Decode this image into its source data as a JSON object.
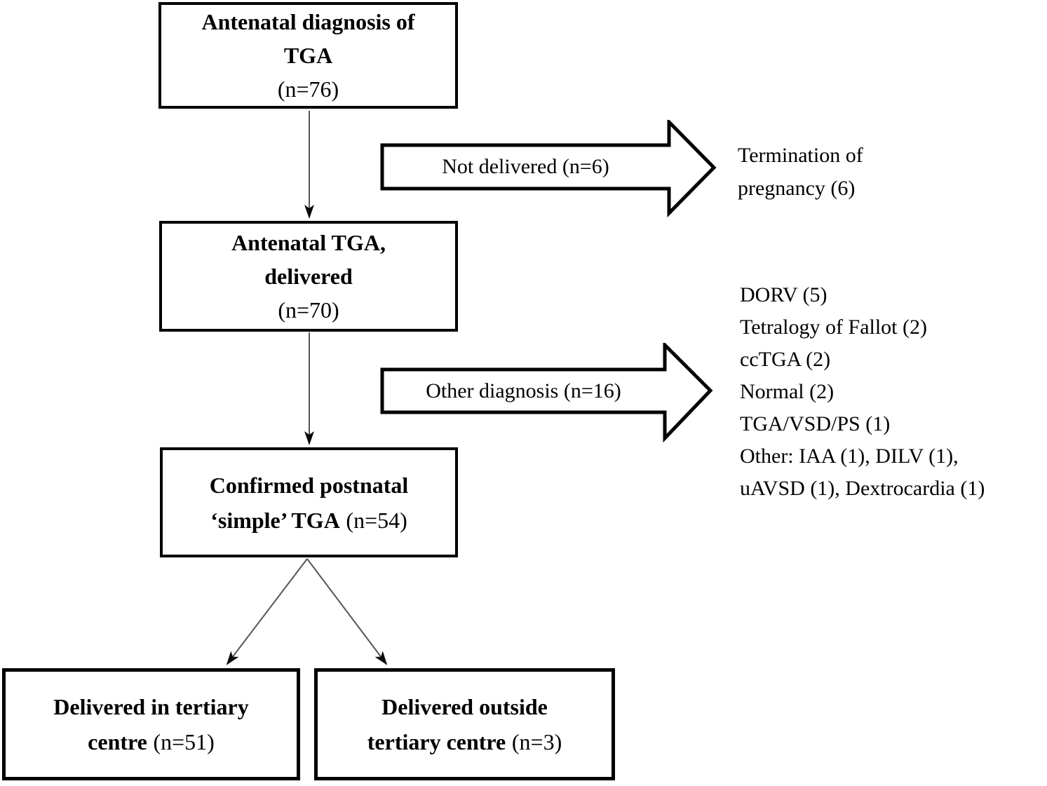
{
  "figure": {
    "background": "#ffffff",
    "ink": "#000000",
    "connector_color": "#555555"
  },
  "boxes": {
    "antenatal_diagnosis": {
      "line1": "Antenatal diagnosis of",
      "line2": "TGA",
      "n": "(n=76)"
    },
    "antenatal_delivered": {
      "line1": "Antenatal TGA,",
      "line2": "delivered",
      "n": "(n=70)"
    },
    "confirmed_simple": {
      "line1": "Confirmed postnatal",
      "line2_bold": "‘simple’ TGA",
      "line2_n": "(n=54)"
    },
    "delivered_tertiary": {
      "line1": "Delivered in tertiary",
      "line2_bold": "centre",
      "line2_n": "(n=51)"
    },
    "delivered_outside": {
      "line1": "Delivered outside",
      "line2_bold": "tertiary centre",
      "line2_n": "(n=3)"
    }
  },
  "block_arrows": {
    "not_delivered": {
      "label": "Not delivered (n=6)"
    },
    "other_diagnosis": {
      "label": "Other diagnosis (n=16)"
    }
  },
  "side_texts": {
    "termination": {
      "lines": [
        "Termination of",
        "pregnancy (6)"
      ]
    },
    "other_diagnoses": {
      "lines": [
        "DORV (5)",
        "Tetralogy of Fallot (2)",
        "ccTGA (2)",
        "Normal (2)",
        "TGA/VSD/PS (1)",
        "Other: IAA (1), DILV (1),",
        "uAVSD (1), Dextrocardia (1)"
      ]
    }
  }
}
